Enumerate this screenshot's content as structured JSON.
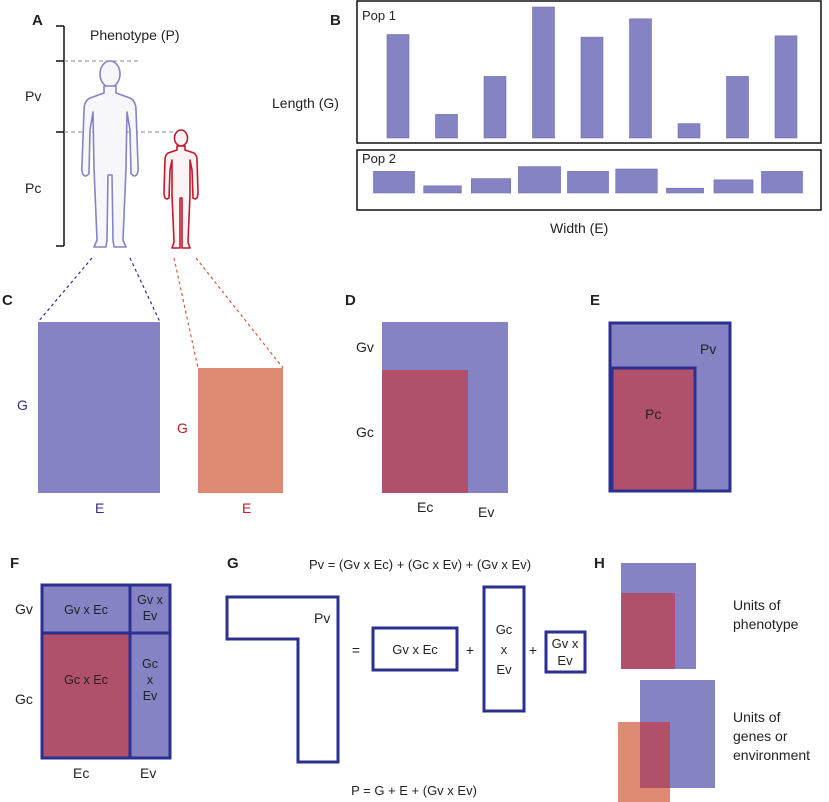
{
  "panels": {
    "a": "A",
    "b": "B",
    "c": "C",
    "d": "D",
    "e": "E",
    "f": "F",
    "g": "G",
    "h": "H"
  },
  "a": {
    "phenotype": "Phenotype (P)",
    "pv": "Pv",
    "pc": "Pc"
  },
  "b": {
    "pop1": "Pop 1",
    "pop2": "Pop 2",
    "length": "Length (G)",
    "width": "Width (E)",
    "pop1_values": [
      0.79,
      0.18,
      0.47,
      1.0,
      0.77,
      0.91,
      0.11,
      0.47,
      0.78
    ],
    "pop2_values": [
      0.36,
      0.12,
      0.24,
      0.44,
      0.36,
      0.4,
      0.08,
      0.22,
      0.36
    ]
  },
  "c": {
    "g_blue": "G",
    "e_blue": "E",
    "g_red": "G",
    "e_red": "E"
  },
  "d": {
    "gv": "Gv",
    "gc": "Gc",
    "ec": "Ec",
    "ev": "Ev"
  },
  "e": {
    "pv": "Pv",
    "pc": "Pc"
  },
  "f": {
    "gv": "Gv",
    "gc": "Gc",
    "ec": "Ec",
    "ev": "Ev",
    "gv_ec": "Gv x Ec",
    "gc_ec": "Gc x Ec",
    "gv_ev_1": "Gv x",
    "gv_ev_2": "Ev",
    "gc_ev_1": "Gc",
    "gc_ev_2": "x",
    "gc_ev_3": "Ev"
  },
  "g": {
    "equation_top": "Pv = (Gv x Ec) + (Gc x Ev) + (Gv x Ev)",
    "equation_bottom": "P = G + E + (Gv x Ev)",
    "pv": "Pv",
    "eq": "=",
    "plus1": "+",
    "plus2": "+",
    "box1": "Gv x Ec",
    "box2_1": "Gc",
    "box2_2": "x",
    "box2_3": "Ev",
    "box3_1": "Gv x",
    "box3_2": "Ev"
  },
  "h": {
    "units1_1": "Units of",
    "units1_2": "phenotype",
    "units2_1": "Units of",
    "units2_2": "genes or",
    "units2_3": "environment"
  },
  "colors": {
    "blue": "#8583c4",
    "red": "#b0506a",
    "salmon": "#de8a72",
    "navy": "#2b2f8f",
    "figure_red": "#c0182c"
  }
}
